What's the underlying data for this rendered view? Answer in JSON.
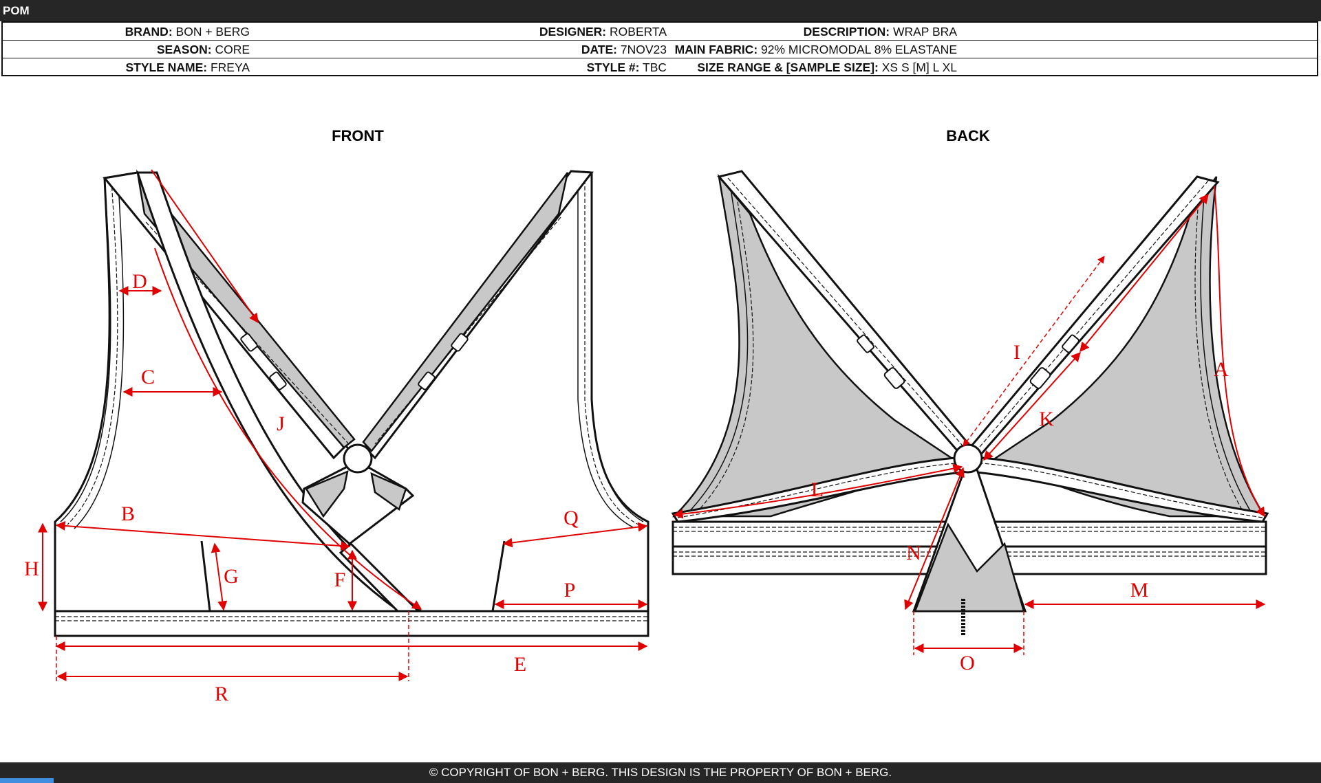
{
  "header": {
    "title": "POM"
  },
  "spec": {
    "rows": [
      [
        {
          "label": "BRAND:",
          "value": "BON + BERG"
        },
        {
          "label": "DESIGNER:",
          "value": "ROBERTA"
        },
        {
          "label": "DESCRIPTION:",
          "value": " WRAP BRA"
        }
      ],
      [
        {
          "label": "SEASON:",
          "value": "CORE"
        },
        {
          "label": "DATE:",
          "value": "7NOV23"
        },
        {
          "label": "MAIN FABRIC:",
          "value": "92% MICROMODAL 8% ELASTANE"
        }
      ],
      [
        {
          "label": "STYLE NAME:",
          "value": "FREYA"
        },
        {
          "label": "STYLE #:",
          "value": "TBC"
        },
        {
          "label": "SIZE RANGE & [SAMPLE SIZE]:",
          "value": "XS S  [M]  L  XL"
        }
      ]
    ]
  },
  "views": {
    "front": "FRONT",
    "back": "BACK"
  },
  "points": {
    "A": "A",
    "B": "B",
    "C": "C",
    "D": "D",
    "E": "E",
    "F": "F",
    "G": "G",
    "H": "H",
    "I": "I",
    "J": "J",
    "K": "K",
    "L": "L",
    "M": "M",
    "N": "N",
    "O": "O",
    "P": "P",
    "Q": "Q",
    "R": "R"
  },
  "footer": {
    "copyright": "© COPYRIGHT OF BON + BERG.  THIS DESIGN IS THE PROPERTY OF BON + BERG."
  },
  "colors": {
    "measure": "#e00000",
    "fabric_shade": "#c8c8c8",
    "bars": "#262626"
  }
}
